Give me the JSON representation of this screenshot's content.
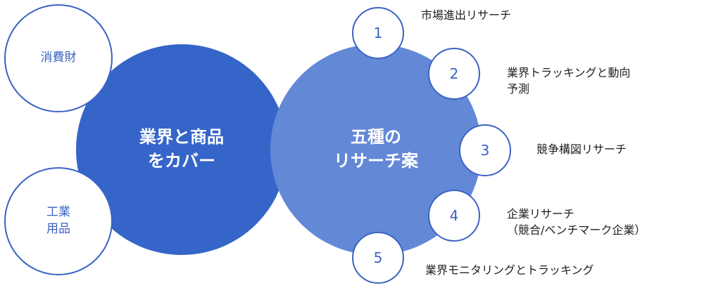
{
  "left_hub": {
    "line1": "業界と商品",
    "line2": "をカバー"
  },
  "right_hub": {
    "line1": "五種の",
    "line2": "リサーチ案"
  },
  "categories": [
    {
      "line1": "消費財"
    },
    {
      "line1": "工業",
      "line2": "用品"
    }
  ],
  "research_items": [
    {
      "number": "1",
      "label_line1": "市場進出リサーチ"
    },
    {
      "number": "2",
      "label_line1": "業界トラッキングと動向",
      "label_line2": "予測"
    },
    {
      "number": "3",
      "label_line1": "競争構図リサーチ"
    },
    {
      "number": "4",
      "label_line1": "企業リサーチ",
      "label_line2": "（競合/ベンチマーク企業）"
    },
    {
      "number": "5",
      "label_line1": "業界モニタリングとトラッキング"
    }
  ],
  "colors": {
    "left_hub": "#3565c9",
    "right_hub": "#6388d6",
    "outline": "#3b63c4"
  }
}
